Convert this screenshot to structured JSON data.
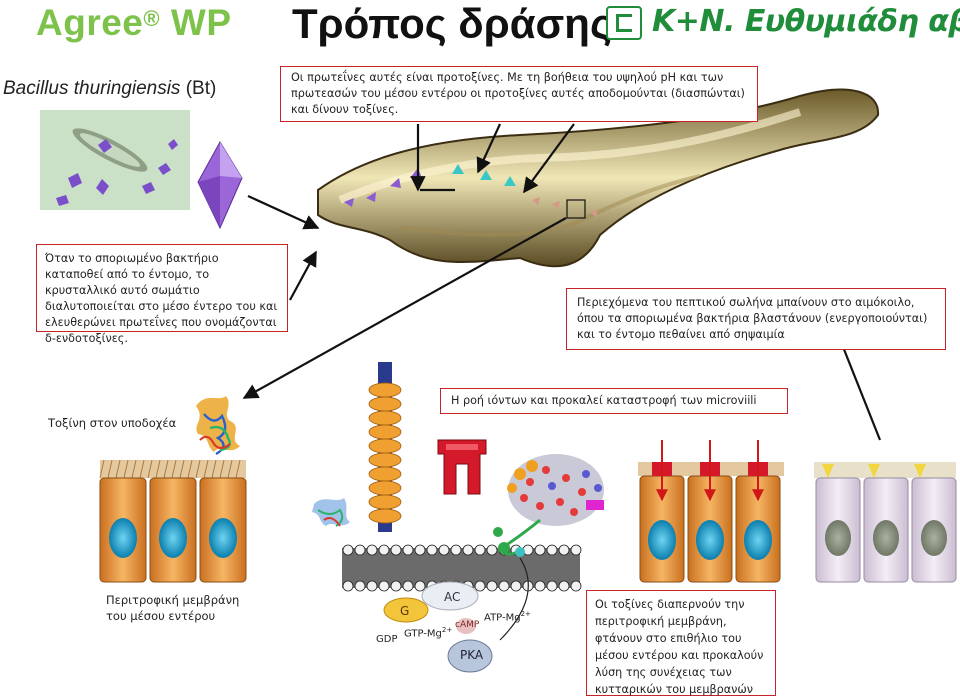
{
  "header": {
    "brand": "Agree",
    "brand_mark": "®",
    "brand_suffix": "WP",
    "title": "Τρόπος δράσης",
    "logo_text": "Κ+Ν. Ευθυμιάδη αβεε"
  },
  "organism": {
    "name_latin": "Bacillus thuringiensis",
    "abbr": "(Bt)"
  },
  "boxes": {
    "top": "Οι πρωτεΐνες αυτές είναι προτοξίνες. Με τη βοήθεια του υψηλού pH και των πρωτεασών του μέσου εντέρου οι προτοξίνες αυτές αποδομούνται (διασπώνται) και δίνουν τοξίνες.",
    "left": "Όταν το σποριωμένο βακτήριο καταποθεί από το έντομο, το κρυσταλλικό αυτό σωμάτιο διαλυτοποιείται στο μέσο έντερο του και ελευθερώνει πρωτεΐνες που ονομάζονται δ-ενδοτοξίνες.",
    "right": "Περιεχόμενα του πεπτικού σωλήνα μπαίνουν στο αιμόκοιλο, όπου τα σποριωμένα βακτήρια βλαστάνουν (ενεργοποιούνται) και το έντομο πεθαίνει από σηψαιμία",
    "ion_flow": "Η ροή ιόντων και προκαλεί καταστροφή των microviili",
    "bottom_right": "Οι τοξίνες διαπερνούν την περιτροφική μεμβράνη, φτάνουν στο επιθήλιο του μέσου εντέρου και προκαλούν λύση της συνέχειας των κυτταρικών του μεμβρανών"
  },
  "labels": {
    "toxin_receptor": "Τοξίνη στον υποδοχέα",
    "peritrophic_line1": "Περιτροφική μεμβράνη",
    "peritrophic_line2": "του μέσου εντέρου"
  },
  "signaling": {
    "ac": "AC",
    "g": "G",
    "gdp": "GDP",
    "gtp": "GTP-Mg",
    "gtp_sup": "2+",
    "atp": "ATP-Mg",
    "atp_sup": "2+",
    "camp": "cAMP",
    "pka": "PKA"
  },
  "colors": {
    "brand_green": "#7dc24b",
    "box_border": "#c82428",
    "logo_green": "#1f8d3a",
    "cell_orange": "#f0a04a",
    "nucleus_blue": "#1aa6d6",
    "crystal_purple": "#9a66d8"
  }
}
